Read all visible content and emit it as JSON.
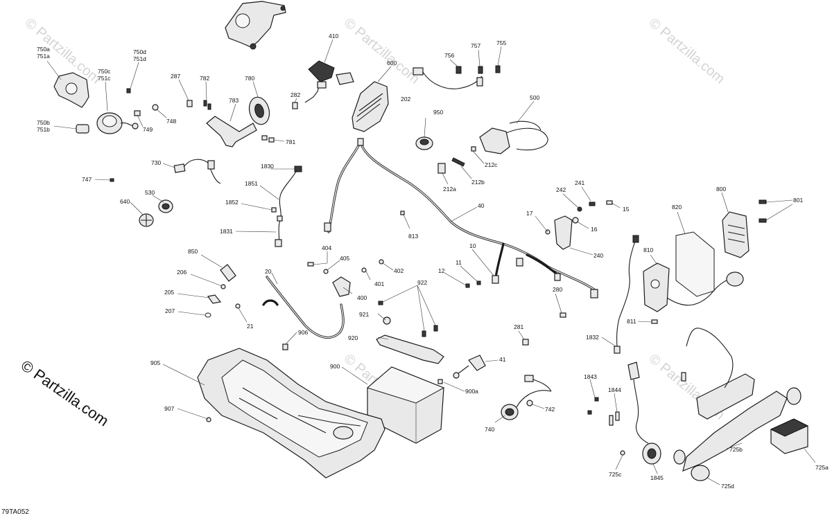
{
  "watermarks": [
    "© Partzilla.com",
    "© Partzilla.com",
    "© Partzilla.com",
    "© Partzilla.com",
    "© Partzilla.com"
  ],
  "side_watermark": "© Partzilla.com",
  "drawing_code": "79TA052",
  "callouts": {
    "c750a": "750a",
    "c751a": "751a",
    "c750c": "750c",
    "c751c": "751c",
    "c750d": "750d",
    "c751d": "751d",
    "c750b": "750b",
    "c751b": "751b",
    "c749": "749",
    "c748": "748",
    "c287": "287",
    "c782": "782",
    "c780": "780",
    "c783": "783",
    "c781": "781",
    "c410": "410",
    "c282": "282",
    "c600": "600",
    "c756": "756",
    "c757": "757",
    "c755": "755",
    "c202": "202",
    "c950": "950",
    "c500": "500",
    "c212c": "212c",
    "c212a": "212a",
    "c212b": "212b",
    "c730": "730",
    "c747": "747",
    "c1830": "1830",
    "c1851": "1851",
    "c530": "530",
    "c640": "640",
    "c1852": "1852",
    "c1831": "1831",
    "c40": "40",
    "c241": "241",
    "c242": "242",
    "c15": "15",
    "c17": "17",
    "c16": "16",
    "c800": "800",
    "c801": "801",
    "c820": "820",
    "c813": "813",
    "c240": "240",
    "c810": "810",
    "c850": "850",
    "c404": "404",
    "c405": "405",
    "c402": "402",
    "c10": "10",
    "c11": "11",
    "c12": "12",
    "c20": "20",
    "c206": "206",
    "c205": "205",
    "c401": "401",
    "c922": "922",
    "c280": "280",
    "c400": "400",
    "c207": "207",
    "c21": "21",
    "c921": "921",
    "c811": "811",
    "c906": "906",
    "c920": "920",
    "c281": "281",
    "c1832": "1832",
    "c905": "905",
    "c900": "900",
    "c41": "41",
    "c900a": "900a",
    "c1843": "1843",
    "c1844": "1844",
    "c907": "907",
    "c742": "742",
    "c740": "740",
    "c725b": "725b",
    "c725a": "725a",
    "c725c": "725c",
    "c1845": "1845",
    "c725d": "725d"
  }
}
